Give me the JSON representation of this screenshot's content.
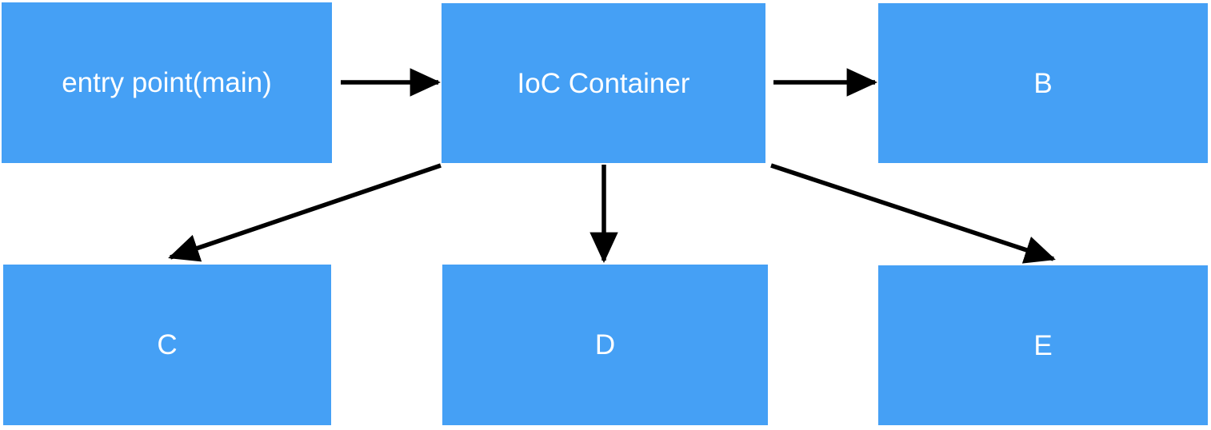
{
  "diagram": {
    "type": "flowchart",
    "background_color": "#ffffff",
    "node_fill_color": "#45a0f5",
    "node_text_color": "#ffffff",
    "edge_color": "#000000",
    "nodes": [
      {
        "id": "entry",
        "label": "entry point(main)"
      },
      {
        "id": "ioc",
        "label": "IoC Container"
      },
      {
        "id": "b",
        "label": "B"
      },
      {
        "id": "c",
        "label": "C"
      },
      {
        "id": "d",
        "label": "D"
      },
      {
        "id": "e",
        "label": "E"
      }
    ],
    "edges": [
      {
        "id": "entry-to-ioc",
        "from": "entry",
        "to": "ioc",
        "direction": "right",
        "arrowhead": "solid-triangle"
      },
      {
        "id": "ioc-to-b",
        "from": "ioc",
        "to": "b",
        "direction": "right",
        "arrowhead": "solid-triangle"
      },
      {
        "id": "ioc-to-c",
        "from": "ioc",
        "to": "c",
        "direction": "down-left",
        "arrowhead": "solid-triangle"
      },
      {
        "id": "ioc-to-d",
        "from": "ioc",
        "to": "d",
        "direction": "down",
        "arrowhead": "solid-triangle"
      },
      {
        "id": "ioc-to-e",
        "from": "ioc",
        "to": "e",
        "direction": "down-right",
        "arrowhead": "solid-triangle"
      }
    ]
  }
}
